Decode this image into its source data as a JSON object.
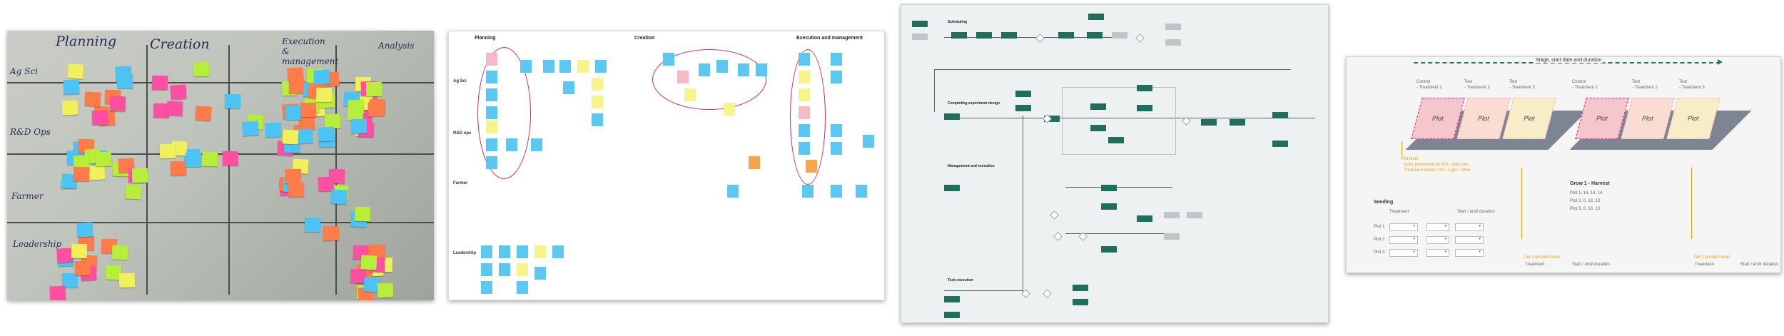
{
  "panels": {
    "whiteboard": {
      "columns": [
        "Planning",
        "Creation",
        "Execution & management",
        "Analysis"
      ],
      "rows": [
        "Ag Sci",
        "R&D Ops",
        "Farmer",
        "Leadership"
      ]
    },
    "digital_board": {
      "columns": [
        "Planning",
        "Creation",
        "Execution and management"
      ],
      "rows": [
        "Ag Sci",
        "R&D ops",
        "Farmer",
        "Leadership"
      ]
    },
    "flow": {
      "sections": [
        "Scheduling",
        "Completing experiment design",
        "Management and execution",
        "Task execution"
      ]
    },
    "plots": {
      "header": "Stage, start date and duration",
      "group1": {
        "labels": [
          "Control",
          "Test",
          "Test"
        ],
        "sublabels": [
          "- Treatment 1",
          "- Treatment 2",
          "- Treatment 3"
        ],
        "plot": "Plot"
      },
      "group2": {
        "labels": [
          "Control",
          "Test",
          "Test"
        ],
        "sublabels": [
          "- Treatment 1",
          "- Treatment 2",
          "- Treatment 3"
        ],
        "plot": "Plot"
      },
      "seeding": "Seeding",
      "treatment": "Treatment",
      "start_end": "Start / end/ duration",
      "plot_rows": [
        "Plot 1",
        "Plot 2",
        "Plot 3"
      ],
      "grow_harvest": "Grow 1 - Harvest",
      "grow_lines": [
        "Plot 1, 14, 14, 14",
        "Plot 2, 0, 13, 13",
        "Plot 3, 0, 13, 13"
      ],
      "note_left": "Plot level",
      "note_left2": "tasks performed on first: tasks are",
      "note_left3": "Treatment Water / N2 / Light / other",
      "note_mid": "Tier 1 product level",
      "note_right": "Tier 1 product level"
    }
  }
}
